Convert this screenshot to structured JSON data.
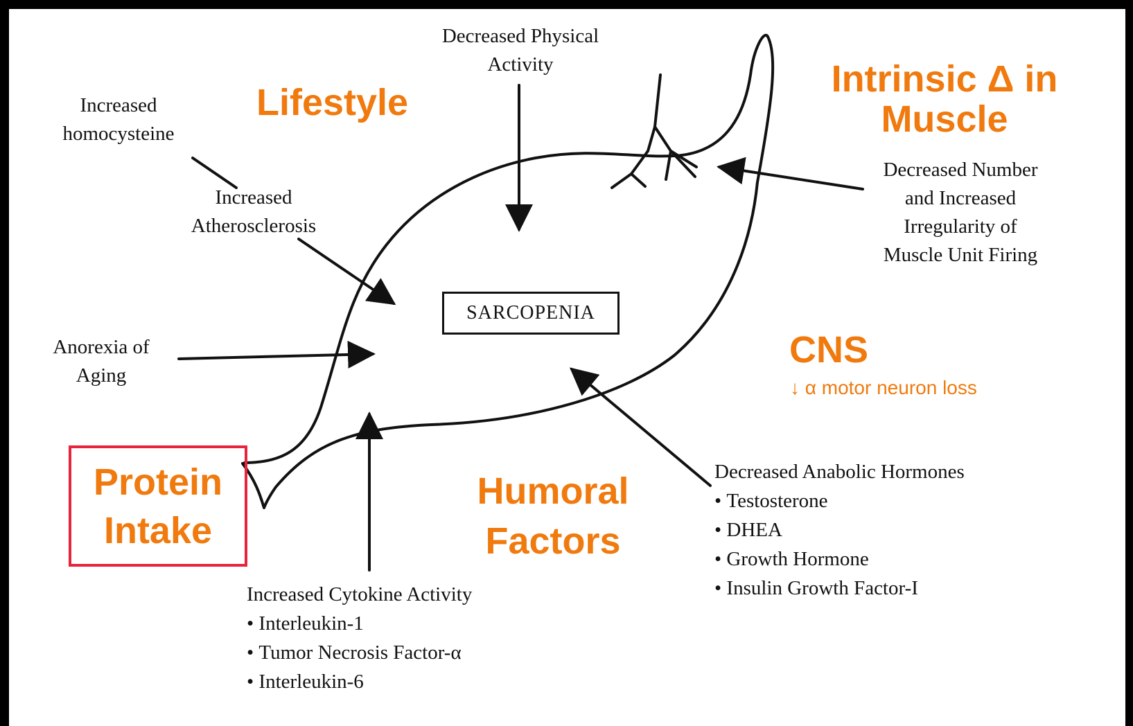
{
  "diagram": {
    "center_label": "SARCOPENIA",
    "factors": {
      "physical_activity": [
        "Decreased Physical",
        "Activity"
      ],
      "homocysteine": [
        "Increased",
        "homocysteine"
      ],
      "atherosclerosis": [
        "Increased",
        "Atherosclerosis"
      ],
      "anorexia": [
        "Anorexia of",
        "Aging"
      ],
      "motor_units": [
        "Decreased Number",
        "and Increased",
        "Irregularity of",
        "Muscle Unit Firing"
      ],
      "hormones": {
        "title": "Decreased Anabolic Hormones",
        "items": [
          "Testosterone",
          "DHEA",
          "Growth Hormone",
          "Insulin Growth Factor-I"
        ]
      },
      "cytokines": {
        "title": "Increased Cytokine Activity",
        "items": [
          "Interleukin-1",
          "Tumor Necrosis Factor-α",
          "Interleukin-6"
        ]
      }
    },
    "categories": {
      "lifestyle": "Lifestyle",
      "intrinsic": [
        "Intrinsic Δ in",
        "Muscle"
      ],
      "cns": "CNS",
      "cns_note": "↓ α motor neuron loss",
      "humoral": [
        "Humoral",
        "Factors"
      ],
      "protein": [
        "Protein",
        "Intake"
      ]
    }
  },
  "colors": {
    "category_text": "#f07a0e",
    "highlight_box": "#e8243c",
    "outline": "#111111",
    "frame": "#000000"
  }
}
